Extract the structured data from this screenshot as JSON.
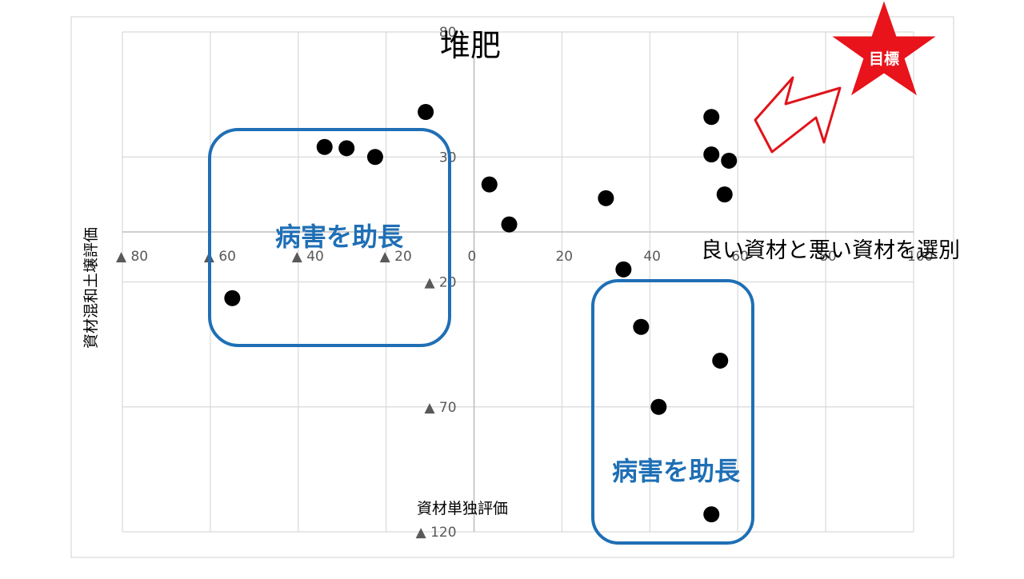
{
  "chart_data": {
    "type": "scatter",
    "title": "堆肥",
    "xlabel": "資材単独評価",
    "ylabel": "資材混和土壌評価",
    "xlim": [
      -80,
      100
    ],
    "ylim": [
      -120,
      80
    ],
    "grid": true,
    "x_ticks": [
      {
        "value": -80,
        "label": "▲ 80"
      },
      {
        "value": -60,
        "label": "▲ 60"
      },
      {
        "value": -40,
        "label": "▲ 40"
      },
      {
        "value": -20,
        "label": "▲ 20"
      },
      {
        "value": 0,
        "label": "0"
      },
      {
        "value": 20,
        "label": "20"
      },
      {
        "value": 40,
        "label": "40"
      },
      {
        "value": 60,
        "label": "60"
      },
      {
        "value": 80,
        "label": "80"
      },
      {
        "value": 100,
        "label": "100"
      }
    ],
    "y_ticks": [
      {
        "value": 80,
        "label": "80"
      },
      {
        "value": 30,
        "label": "30"
      },
      {
        "value": -20,
        "label": "▲ 20"
      },
      {
        "value": -70,
        "label": "▲ 70"
      },
      {
        "value": -120,
        "label": "▲ 120"
      }
    ],
    "points": [
      {
        "x": -11,
        "y": 48
      },
      {
        "x": -34,
        "y": 34
      },
      {
        "x": -29,
        "y": 33.5
      },
      {
        "x": -22.5,
        "y": 30
      },
      {
        "x": -55,
        "y": -26.5
      },
      {
        "x": 3.5,
        "y": 19
      },
      {
        "x": 8,
        "y": 3
      },
      {
        "x": 30,
        "y": 13.5
      },
      {
        "x": 54,
        "y": 46
      },
      {
        "x": 54,
        "y": 31
      },
      {
        "x": 58,
        "y": 28.5
      },
      {
        "x": 57,
        "y": 15
      },
      {
        "x": 34,
        "y": -15
      },
      {
        "x": 38,
        "y": -38
      },
      {
        "x": 56,
        "y": -51.5
      },
      {
        "x": 42,
        "y": -70
      },
      {
        "x": 54,
        "y": -113
      }
    ]
  },
  "annotations": {
    "region_left": "病害を助長",
    "region_bottom": "病害を助長",
    "right_note": "良い資材と悪い資材を選別",
    "target_label": "目標"
  },
  "colors": {
    "region_border": "#1f6fb5",
    "region_text": "#1f6fb5",
    "star_fill": "#e8131b",
    "arrow_stroke": "#e0141b",
    "point": "#000000",
    "grid": "#d9d9d9",
    "axis": "#bfbfbf",
    "tick_text": "#595959"
  }
}
